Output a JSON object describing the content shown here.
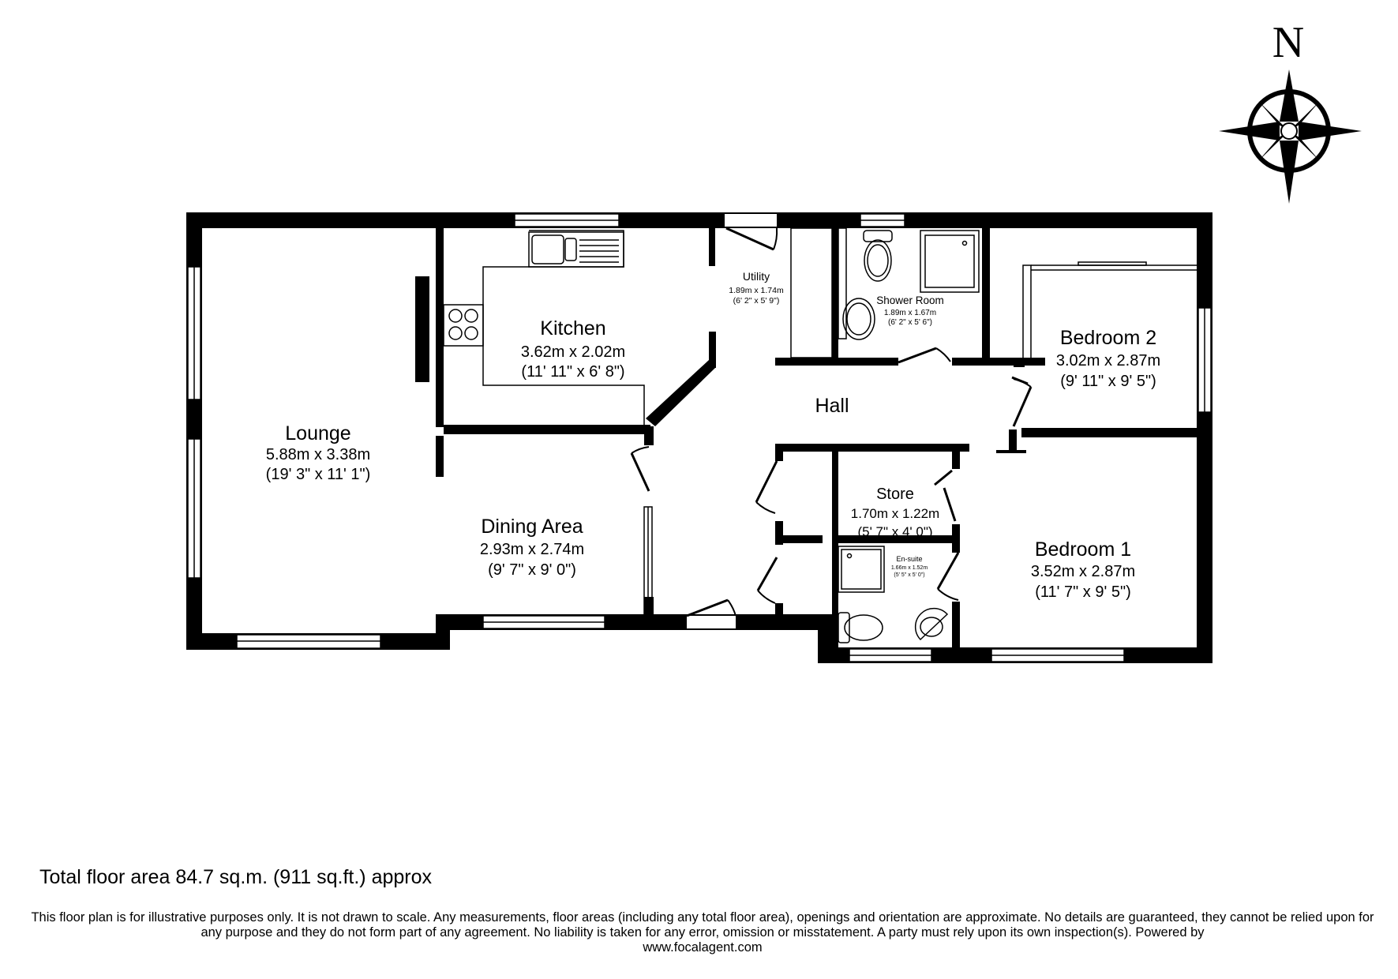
{
  "compass": {
    "label": "N"
  },
  "rooms": {
    "lounge": {
      "name": "Lounge",
      "metric": "5.88m x 3.38m",
      "imperial": "(19' 3\" x 11' 1\")"
    },
    "kitchen": {
      "name": "Kitchen",
      "metric": "3.62m x 2.02m",
      "imperial": "(11' 11\" x 6' 8\")"
    },
    "utility": {
      "name": "Utility",
      "metric": "1.89m x 1.74m",
      "imperial": "(6' 2\" x 5' 9\")"
    },
    "shower_room": {
      "name": "Shower Room",
      "metric": "1.89m x 1.67m",
      "imperial": "(6' 2\" x 5' 6\")"
    },
    "bedroom2": {
      "name": "Bedroom 2",
      "metric": "3.02m x 2.87m",
      "imperial": "(9' 11\" x 9' 5\")"
    },
    "hall": {
      "name": "Hall"
    },
    "dining": {
      "name": "Dining Area",
      "metric": "2.93m x 2.74m",
      "imperial": "(9' 7\" x 9' 0\")"
    },
    "store": {
      "name": "Store",
      "metric": "1.70m x 1.22m",
      "imperial": "(5' 7\" x 4' 0\")"
    },
    "ensuite": {
      "name": "En-suite",
      "metric": "1.66m x 1.52m",
      "imperial": "(5' 5\" x 5' 0\")"
    },
    "bedroom1": {
      "name": "Bedroom 1",
      "metric": "3.52m x 2.87m",
      "imperial": "(11' 7\" x 9' 5\")"
    }
  },
  "footer": {
    "total_area": "Total floor area 84.7 sq.m. (911 sq.ft.) approx",
    "disclaimer": "This floor plan is for illustrative purposes only. It is not drawn to scale. Any measurements, floor areas (including any total floor area), openings and orientation are approximate. No details are guaranteed, they cannot be relied upon for any purpose and they do not form part of any agreement. No liability is taken for any error, omission or misstatement. A party must rely upon its own inspection(s).  Powered by",
    "website": "www.focalagent.com"
  }
}
